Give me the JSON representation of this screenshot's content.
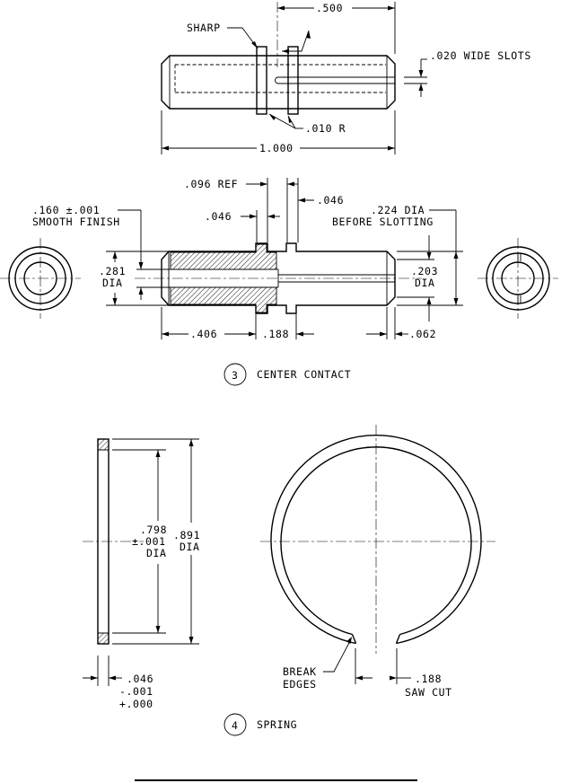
{
  "slotted_contact": {
    "dims": {
      "length_500": ".500",
      "sharp": "SHARP",
      "wide_slots": ".020 WIDE SLOTS",
      "radius": ".010 R",
      "length_total": "1.000"
    }
  },
  "center_contact": {
    "dims": {
      "ref_096": ".096 REF",
      "d046_right": ".046",
      "d046_left": ".046",
      "tol_160": ".160 ±.001",
      "smooth_finish": "SMOOTH FINISH",
      "dia_224": ".224 DIA",
      "before_slotting": "BEFORE SLOTTING",
      "dia_281": ".281",
      "dia_281_unit": "DIA",
      "dia_203": ".203",
      "dia_203_unit": "DIA",
      "len_406": ".406",
      "len_188": ".188",
      "len_062": ".062"
    },
    "callout": {
      "number": "3",
      "title": "CENTER CONTACT"
    }
  },
  "spring": {
    "dims": {
      "id_798": ".798",
      "id_tol": "±.001",
      "id_unit": "DIA",
      "od_891": ".891",
      "od_unit": "DIA",
      "thk_046": ".046",
      "thk_minus": "-.001",
      "thk_plus": "+.000",
      "break_1": "BREAK",
      "break_2": "EDGES",
      "saw_188": ".188",
      "saw_cut": "SAW CUT"
    },
    "callout": {
      "number": "4",
      "title": "SPRING"
    }
  }
}
